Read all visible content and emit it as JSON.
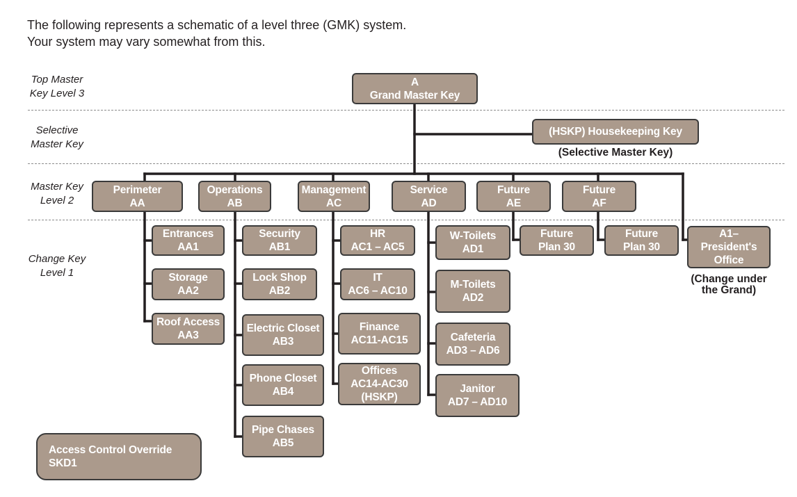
{
  "intro": {
    "line1": "The following represents a schematic of a level three (GMK) system.",
    "line2": "Your system may vary somewhat from this."
  },
  "levels": {
    "top": {
      "line1": "Top Master",
      "line2": "Key Level 3"
    },
    "selective": {
      "line1": "Selective",
      "line2": "Master Key"
    },
    "master": {
      "line1": "Master Key",
      "line2": "Level 2"
    },
    "change": {
      "line1": "Change Key",
      "line2": "Level 1"
    }
  },
  "nodes": {
    "gmk": {
      "line1": "A",
      "line2": "Grand Master Key"
    },
    "hskp": {
      "line1": "(HSKP) Housekeeping Key",
      "note": "(Selective Master Key)"
    },
    "perimeter": {
      "line1": "Perimeter",
      "line2": "AA"
    },
    "operations": {
      "line1": "Operations",
      "line2": "AB"
    },
    "management": {
      "line1": "Management",
      "line2": "AC"
    },
    "service": {
      "line1": "Service",
      "line2": "AD"
    },
    "future_ae": {
      "line1": "Future",
      "line2": "AE"
    },
    "future_af": {
      "line1": "Future",
      "line2": "AF"
    },
    "entrances": {
      "line1": "Entrances",
      "line2": "AA1"
    },
    "storage": {
      "line1": "Storage",
      "line2": "AA2"
    },
    "roof_access": {
      "line1": "Roof Access",
      "line2": "AA3"
    },
    "security": {
      "line1": "Security",
      "line2": "AB1"
    },
    "lock_shop": {
      "line1": "Lock Shop",
      "line2": "AB2"
    },
    "electric_closet": {
      "line1": "Electric Closet",
      "line2": "AB3"
    },
    "phone_closet": {
      "line1": "Phone Closet",
      "line2": "AB4"
    },
    "pipe_chases": {
      "line1": "Pipe Chases",
      "line2": "AB5"
    },
    "hr": {
      "line1": "HR",
      "line2": "AC1 – AC5"
    },
    "it": {
      "line1": "IT",
      "line2": "AC6 – AC10"
    },
    "finance": {
      "line1": "Finance",
      "line2": "AC11-AC15"
    },
    "offices": {
      "line1": "Offices",
      "line2": "AC14-AC30",
      "line3": "(HSKP)"
    },
    "w_toilets": {
      "line1": "W-Toilets",
      "line2": "AD1"
    },
    "m_toilets": {
      "line1": "M-Toilets",
      "line2": "AD2"
    },
    "cafeteria": {
      "line1": "Cafeteria",
      "line2": "AD3 – AD6"
    },
    "janitor": {
      "line1": "Janitor",
      "line2": "AD7 – AD10"
    },
    "future_plan_ae": {
      "line1": "Future",
      "line2": "Plan 30"
    },
    "future_plan_af": {
      "line1": "Future",
      "line2": "Plan 30"
    },
    "a1": {
      "line1": "A1–",
      "line2": "President's",
      "line3": "Office",
      "note1": "(Change under",
      "note2": "the Grand)"
    },
    "skd1": {
      "line1": "Access Control Override",
      "line2": "SKD1"
    }
  }
}
